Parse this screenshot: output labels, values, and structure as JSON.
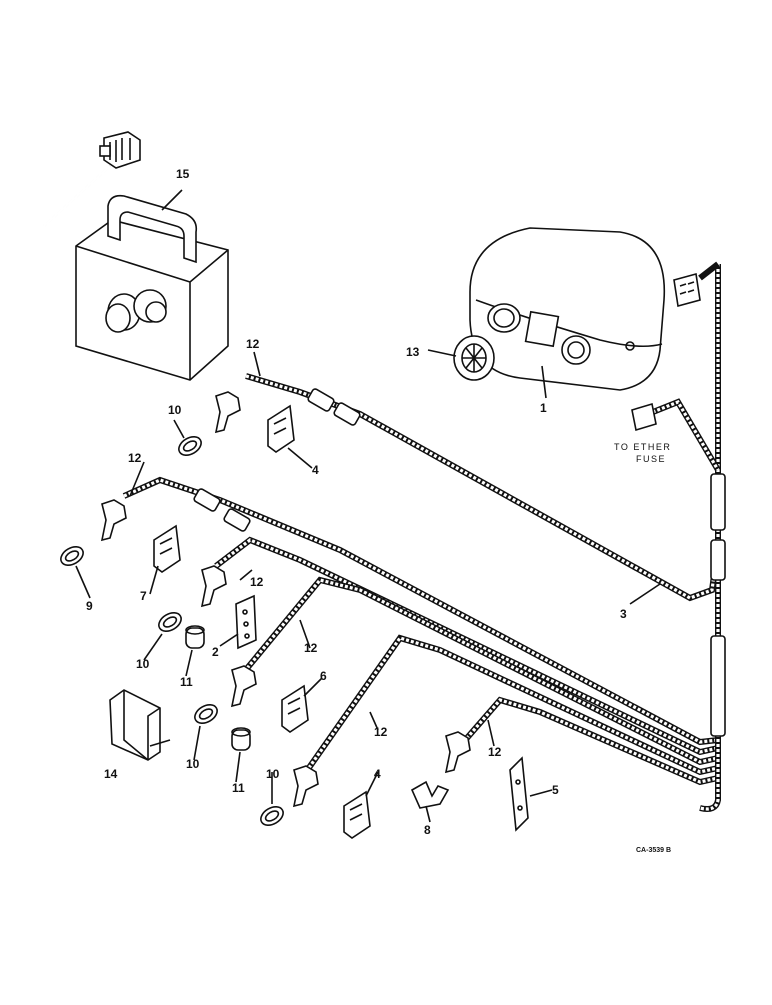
{
  "diagram": {
    "code": "CA-3539 B",
    "note_line1": "TO ETHER",
    "note_line2": "FUSE",
    "callouts": {
      "c1": "1",
      "c2": "2",
      "c3": "3",
      "c4a": "4",
      "c4b": "4",
      "c5": "5",
      "c6": "6",
      "c7": "7",
      "c8": "8",
      "c9": "9",
      "c10a": "10",
      "c10b": "10",
      "c10c": "10",
      "c10d": "10",
      "c11a": "11",
      "c11b": "11",
      "c12a": "12",
      "c12b": "12",
      "c12c": "12",
      "c12d": "12",
      "c12e": "12",
      "c12f": "12",
      "c13": "13",
      "c14": "14",
      "c15": "15"
    }
  }
}
